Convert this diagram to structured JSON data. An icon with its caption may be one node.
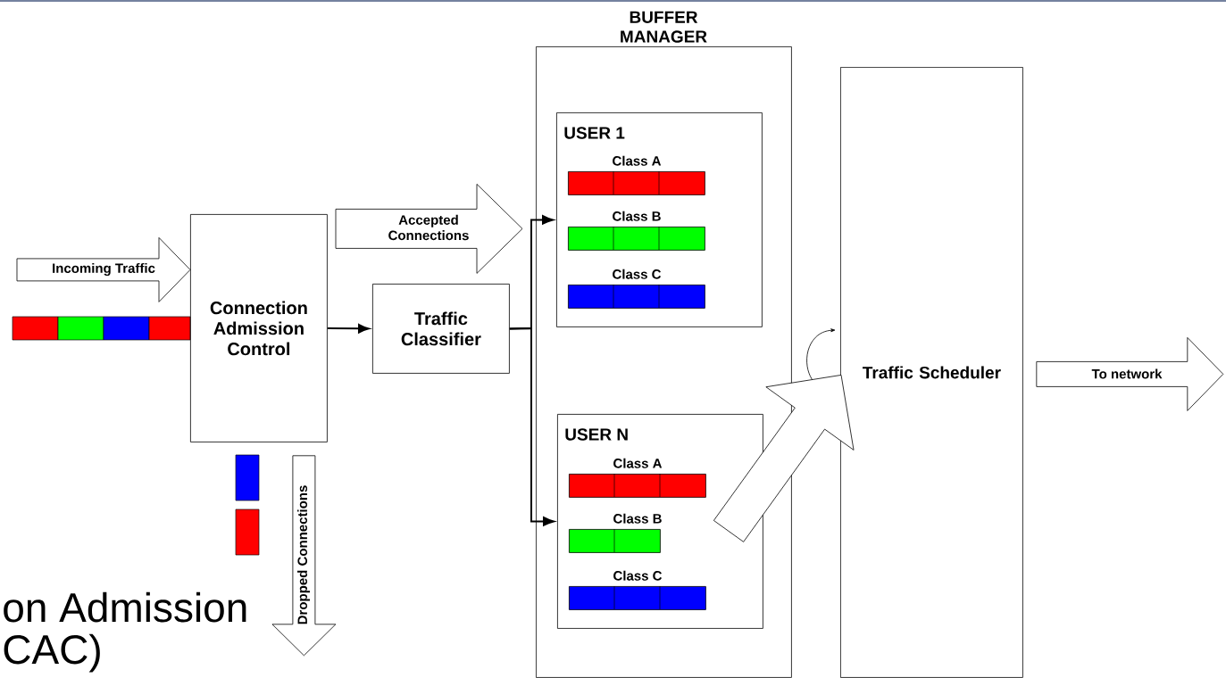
{
  "diagram": {
    "nodes": [
      {
        "text": [
          "Connection Admission Control"
        ]
      },
      {
        "text": [
          "Traffic Classifier"
        ]
      },
      {
        "text": [
          "BUFFER MANAGER"
        ]
      },
      {
        "text": [
          "USER 1"
        ],
        "in": 2
      },
      {
        "text": [
          "Class A"
        ],
        "in": 3
      },
      {
        "text": [
          "Class B"
        ],
        "in": 3
      },
      {
        "text": [
          "Class C"
        ],
        "in": 3
      },
      {
        "text": [
          "USER N"
        ],
        "in": 2
      },
      {
        "text": [
          "Class A"
        ],
        "in": 7
      },
      {
        "text": [
          "Class B"
        ],
        "in": 7
      },
      {
        "text": [
          "Class C"
        ],
        "in": 7
      },
      {
        "text": [
          "Traffic Scheduler"
        ]
      }
    ],
    "edges": [
      {
        "from": null,
        "to": 0,
        "arrow": "to",
        "label": "Incoming Traffic",
        "style": "thick"
      },
      {
        "from": null,
        "to": 2,
        "arrow": "to",
        "label": "Accepted Connections",
        "style": "thick"
      },
      {
        "from": 0,
        "to": 1,
        "arrow": "to"
      },
      {
        "from": 1,
        "to": 3,
        "arrow": "to"
      },
      {
        "from": 1,
        "to": 7,
        "arrow": "to"
      },
      {
        "from": 0,
        "to": null,
        "arrow": "to",
        "label": "Dropped Connections",
        "style": "thick"
      },
      {
        "from": 7,
        "to": 11,
        "arrow": "to",
        "style": "thick"
      },
      {
        "from": 11,
        "to": null,
        "arrow": "to",
        "label": "To network",
        "style": "thick"
      }
    ],
    "labels": [
      "on Admission",
      "CAC)"
    ]
  }
}
